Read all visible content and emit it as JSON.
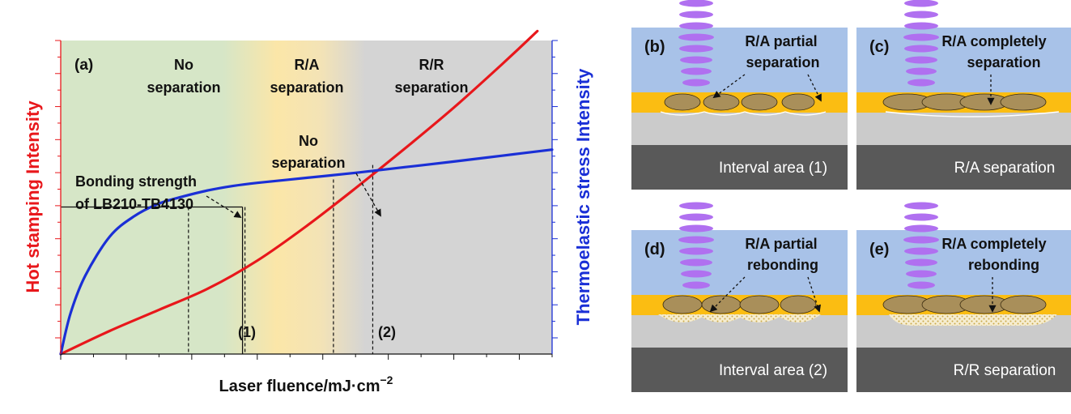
{
  "chart_data": {
    "type": "line",
    "panel_label": "(a)",
    "xlabel": "Laser fluence/mJ·cm",
    "xlabel_exponent": "−2",
    "ylabel_left": "Hot stamping Intensity",
    "ylabel_right": "Thermoelastic stress Intensity",
    "x_range": [
      0,
      1
    ],
    "y_range": [
      0,
      1
    ],
    "x_ticks": 15,
    "y_ticks_left": 9,
    "y_ticks_right": 9,
    "colors": {
      "hot_stamping": "#e8171b",
      "thermoelastic": "#1a2fd6",
      "axis_left": "#e8171b",
      "axis_right": "#1a2fd6",
      "region_no_sep": "#d6e6c7",
      "region_ra_sep": "#fbe6a8",
      "region_rr_sep": "#d4d4d4"
    },
    "series": [
      {
        "key": "hot_stamping",
        "x": [
          0,
          0.1,
          0.2,
          0.3,
          0.4,
          0.5,
          0.6,
          0.7,
          0.8,
          0.9,
          0.97
        ],
        "y": [
          0,
          0.074,
          0.141,
          0.209,
          0.298,
          0.408,
          0.529,
          0.655,
          0.786,
          0.927,
          1.03
        ]
      },
      {
        "key": "thermoelastic",
        "x": [
          0,
          0.02,
          0.05,
          0.1,
          0.15,
          0.2,
          0.25,
          0.3,
          0.35,
          0.4,
          0.5,
          0.6,
          0.7,
          0.8,
          0.9,
          1.0
        ],
        "y": [
          0,
          0.13,
          0.25,
          0.375,
          0.44,
          0.48,
          0.503,
          0.522,
          0.536,
          0.546,
          0.562,
          0.578,
          0.596,
          0.614,
          0.633,
          0.652
        ]
      }
    ],
    "regions": [
      {
        "key": "no_sep",
        "x": [
          0,
          0.37
        ],
        "line1": "No",
        "line2": "separation"
      },
      {
        "key": "ra_sep",
        "x": [
          0.37,
          0.62
        ],
        "line1": "R/A",
        "line2": "separation"
      },
      {
        "key": "rr_sep",
        "x": [
          0.62,
          1.0
        ],
        "line1": "R/R",
        "line2": "separation"
      }
    ],
    "bonding_strength": {
      "y": 0.469,
      "x_end": 0.37,
      "line1": "Bonding strength",
      "line2": "of LB210-TB4130"
    },
    "intervals": [
      {
        "label": "(1)",
        "x": [
          0.26,
          0.375
        ],
        "y_top": [
          0.469,
          0.469
        ]
      },
      {
        "label": "(2)",
        "x": [
          0.555,
          0.635
        ],
        "y_top": [
          0.557,
          0.603
        ]
      }
    ],
    "annotation_no_sep": {
      "line1": "No",
      "line2": "separation"
    }
  },
  "panels": [
    {
      "label": "(b)",
      "note_line1": "R/A partial",
      "note_line2": "separation",
      "footer": "Interval area (1)",
      "bonding_state": "partial_separation"
    },
    {
      "label": "(c)",
      "note_line1": "R/A completely",
      "note_line2": "separation",
      "footer": "R/A separation",
      "bonding_state": "complete_separation"
    },
    {
      "label": "(d)",
      "note_line1": "R/A partial",
      "note_line2": "rebonding",
      "footer": "Interval area (2)",
      "bonding_state": "partial_rebonding"
    },
    {
      "label": "(e)",
      "note_line1": "R/A completely",
      "note_line2": "rebonding",
      "footer": "R/R separation",
      "bonding_state": "complete_rebonding"
    }
  ],
  "panel_colors": {
    "sky": "#a8c2e8",
    "adhesive": "#fbbd12",
    "spot": "#a98f5a",
    "substrate": "#cbcbcb",
    "base": "#595959",
    "laser": "#b070f0",
    "footer_text": "#ffffff"
  }
}
